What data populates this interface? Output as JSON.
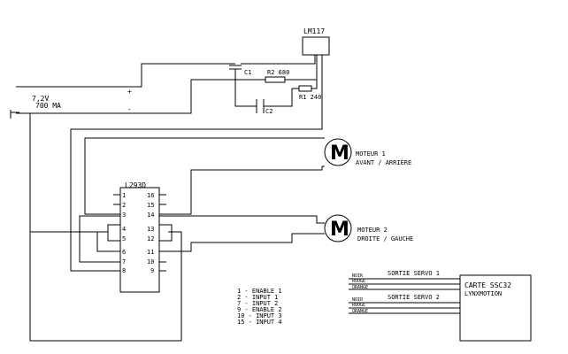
{
  "regulator": {
    "label": "LM117"
  },
  "battery": {
    "voltage": "7,2V",
    "current": "700 MA",
    "plus": "+",
    "minus": "-"
  },
  "components": {
    "c1": "C1",
    "c2": "C2",
    "r2": "R2 680",
    "r1": "R1 240"
  },
  "motor1": {
    "symbol": "M",
    "name": "MOTEUR 1",
    "desc": "AVANT / ARRIÈRE"
  },
  "motor2": {
    "symbol": "M",
    "name": "MOTEUR 2",
    "desc": "DROITE / GAUCHE"
  },
  "chip": {
    "name": "L293D",
    "pins_left": [
      "1",
      "2",
      "3",
      "4",
      "5",
      "6",
      "7",
      "8"
    ],
    "pins_right": [
      "16",
      "15",
      "14",
      "13",
      "12",
      "11",
      "10",
      "9"
    ]
  },
  "legend": [
    "1 - ENABLE 1",
    "2 - INPUT 1",
    "7 - INPUT 2",
    "9 - ENABLE 2",
    "10 - INPUT 3",
    "15 - INPUT 4"
  ],
  "servos": {
    "servo1": "SORTIE SERVO 1",
    "servo2": "SORTIE SERVO 2",
    "wires": [
      "NOIR",
      "ROUGE",
      "ORANGE"
    ]
  },
  "board": {
    "line1": "CARTE SSC32",
    "line2": "LYNXMOTION"
  }
}
